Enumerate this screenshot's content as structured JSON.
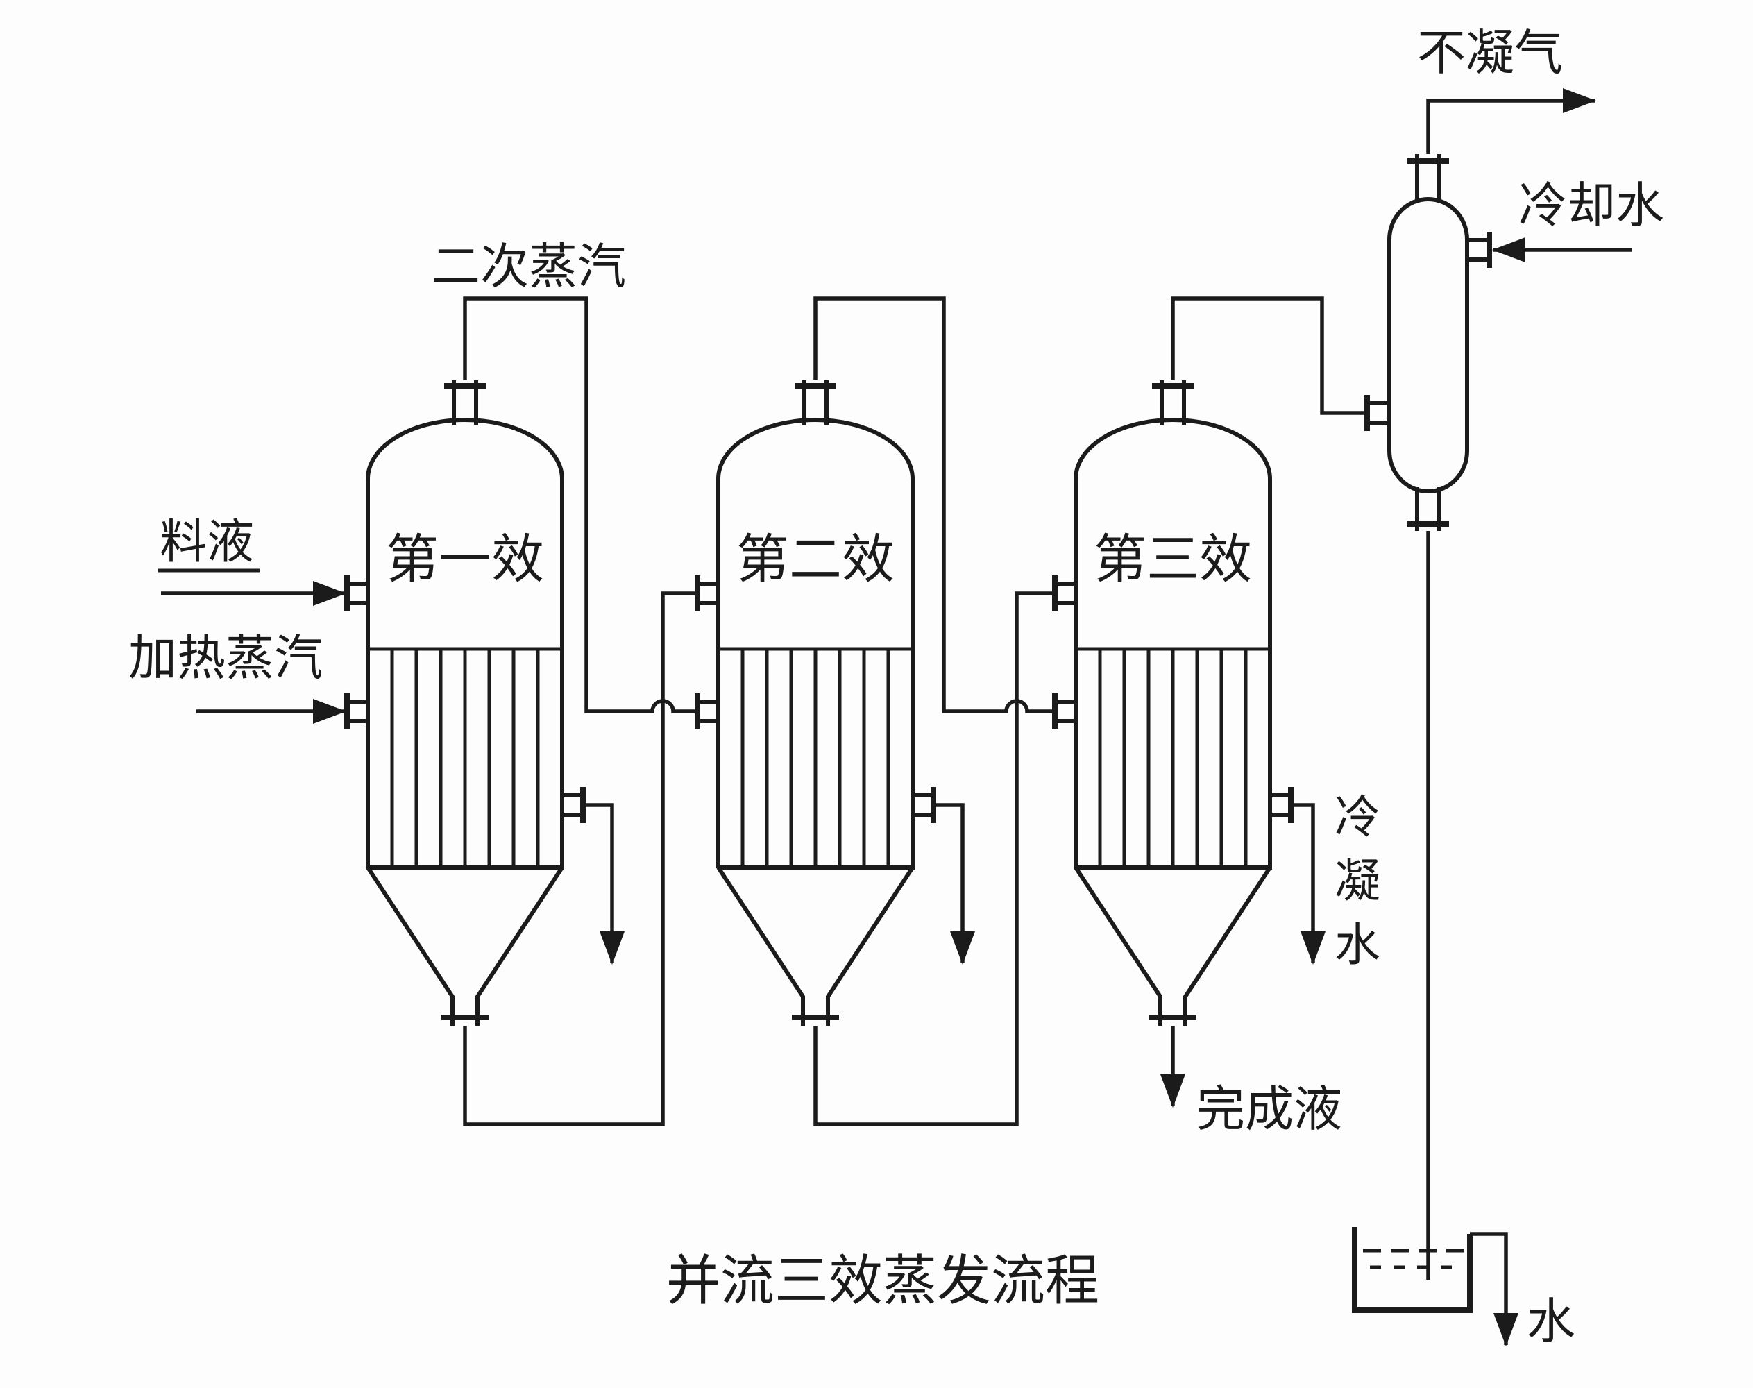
{
  "diagram": {
    "title": "并流三效蒸发流程",
    "labels": {
      "secondary_steam": "二次蒸汽",
      "feed": "料液",
      "heating_steam": "加热蒸汽",
      "effect_1": "第一效",
      "effect_2": "第二效",
      "effect_3": "第三效",
      "non_condensable_gas": "不凝气",
      "cooling_water": "冷却水",
      "condensate_chars": [
        "冷",
        "凝",
        "水"
      ],
      "finished_liquid": "完成液",
      "water": "水"
    },
    "colors": {
      "line": "#1b1b1b",
      "background": "#fdfdfd"
    }
  }
}
